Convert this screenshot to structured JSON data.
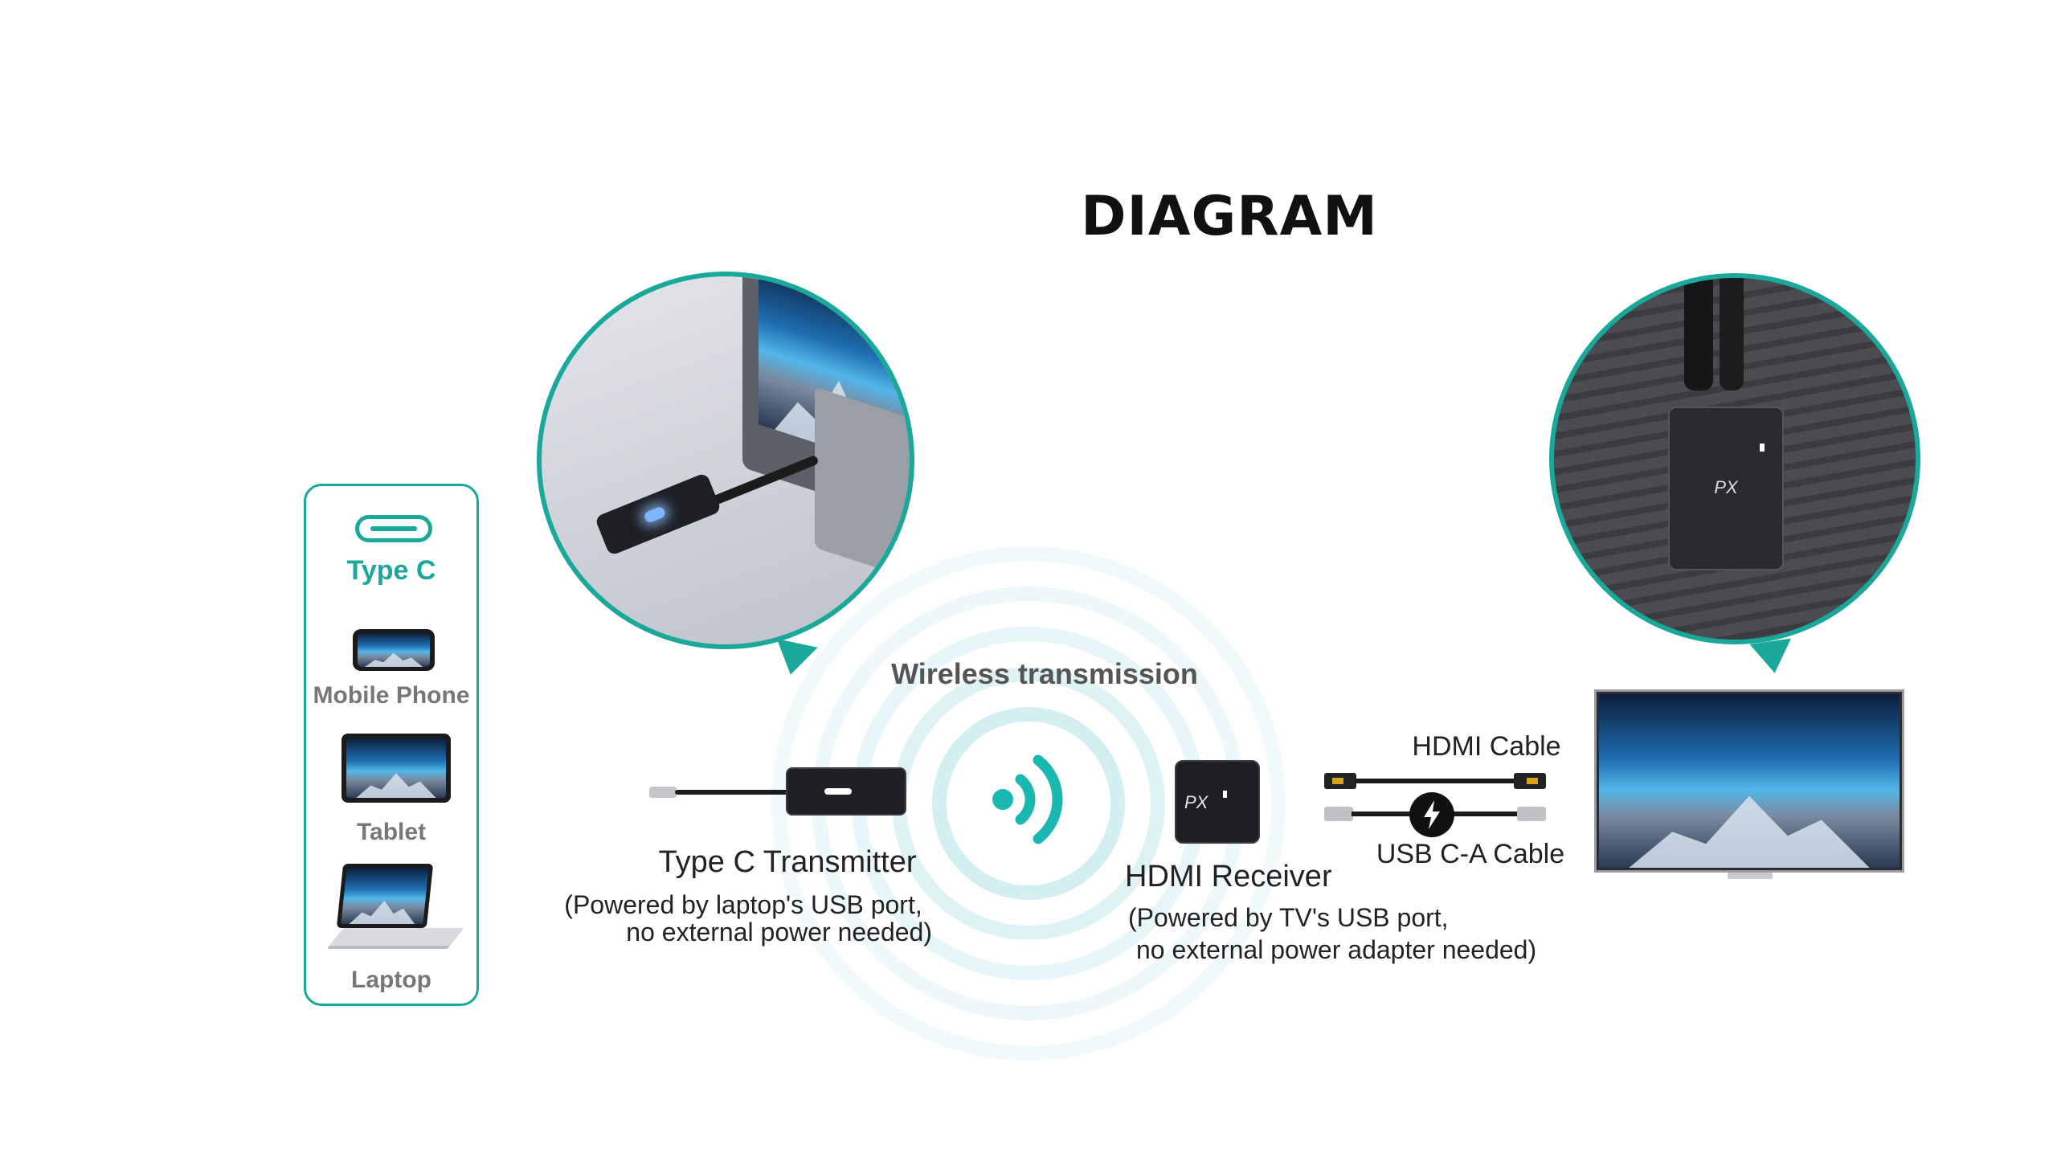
{
  "title": "DIAGRAM",
  "accent_color": "#1aa89a",
  "device_panel": {
    "port_icon": "usb-type-c-icon",
    "port_label": "Type C",
    "devices": [
      {
        "label": "Mobile Phone",
        "icon": "mobile-phone-icon"
      },
      {
        "label": "Tablet",
        "icon": "tablet-icon"
      },
      {
        "label": "Laptop",
        "icon": "laptop-icon"
      }
    ]
  },
  "wireless_label": "Wireless transmission",
  "transmitter": {
    "name": "Type C Transmitter",
    "note_line1": "(Powered by laptop's USB port,",
    "note_line2": "no external power needed)"
  },
  "receiver": {
    "name": "HDMI Receiver",
    "note_line1": "(Powered by TV's USB port,",
    "note_line2": "no external power adapter needed)"
  },
  "cables": {
    "hdmi": "HDMI Cable",
    "usb": "USB C-A Cable"
  },
  "brand_mark": "PX"
}
